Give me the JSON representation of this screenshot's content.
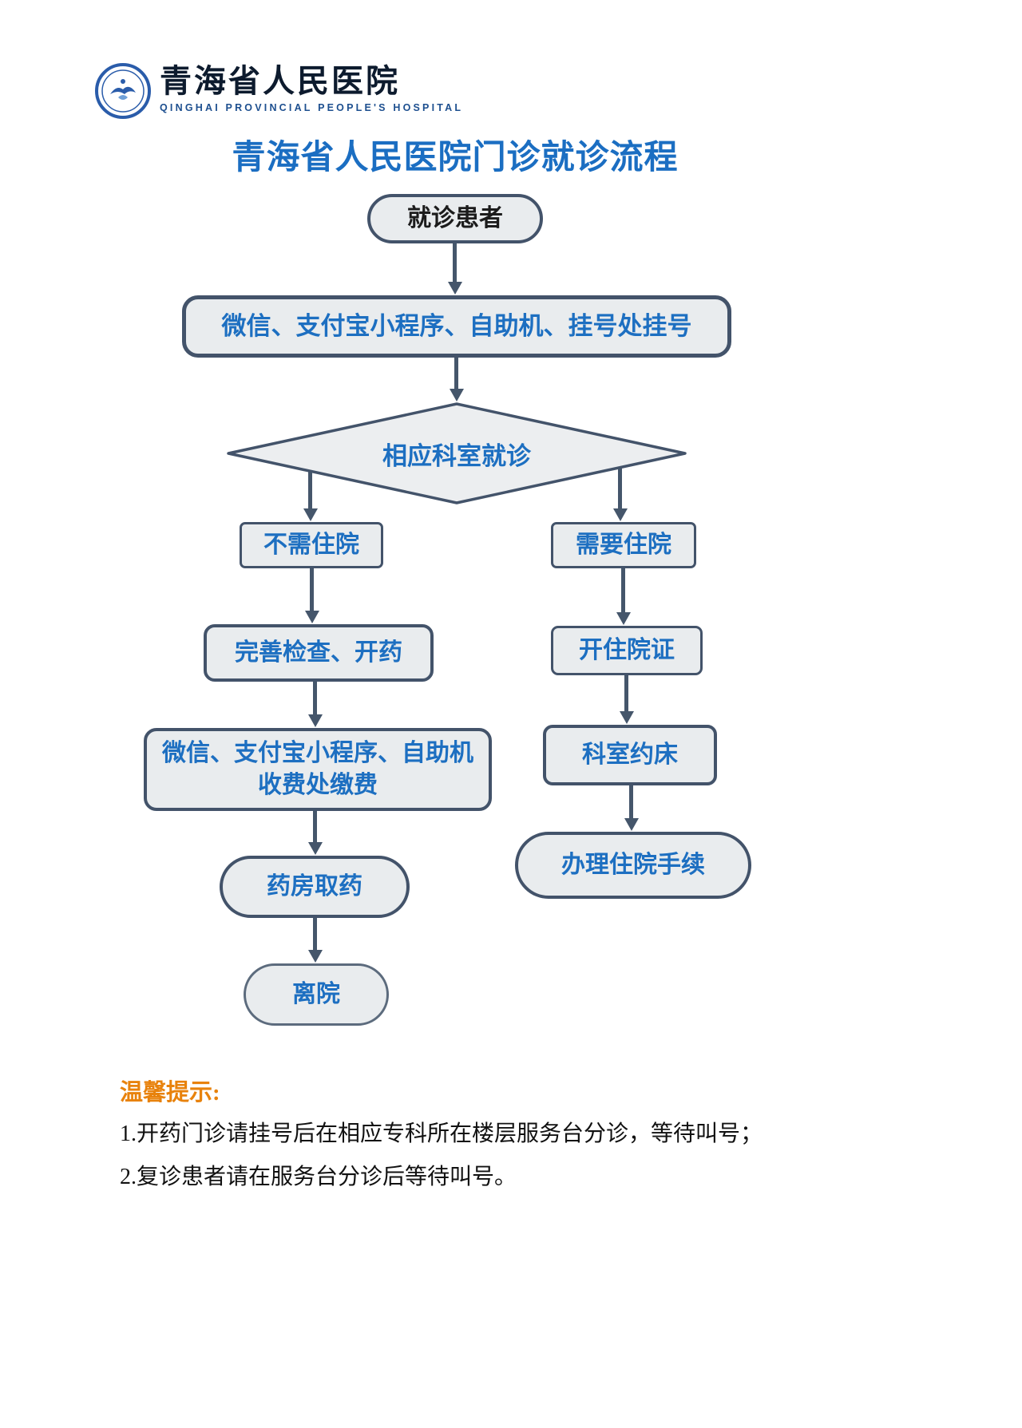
{
  "header": {
    "logo_cn": "青海省人民医院",
    "logo_en": "QINGHAI PROVINCIAL PEOPLE'S HOSPITAL"
  },
  "title": "青海省人民医院门诊就诊流程",
  "flow": {
    "start": "就诊患者",
    "register": "微信、支付宝小程序、自助机、挂号处挂号",
    "decision": "相应科室就诊",
    "no_hospital": "不需住院",
    "need_hospital": "需要住院",
    "checkup": "完善检查、开药",
    "pay_line1": "微信、支付宝小程序、自助机",
    "pay_line2": "收费处缴费",
    "pharmacy": "药房取药",
    "leave": "离院",
    "admission_cert": "开住院证",
    "book_bed": "科室约床",
    "admission": "办理住院手续"
  },
  "notes": {
    "title": "温馨提示:",
    "items": [
      "1.开药门诊请挂号后在相应专科所在楼层服务台分诊，等待叫号；",
      "2.复诊患者请在服务台分诊后等待叫号。"
    ]
  },
  "colors": {
    "title_blue": "#1b6ec2",
    "node_text_blue": "#1d6fc1",
    "node_fill": "#e9ecee",
    "node_border": "#43536a",
    "arrow": "#45566b",
    "notes_title_orange": "#e8820c"
  }
}
